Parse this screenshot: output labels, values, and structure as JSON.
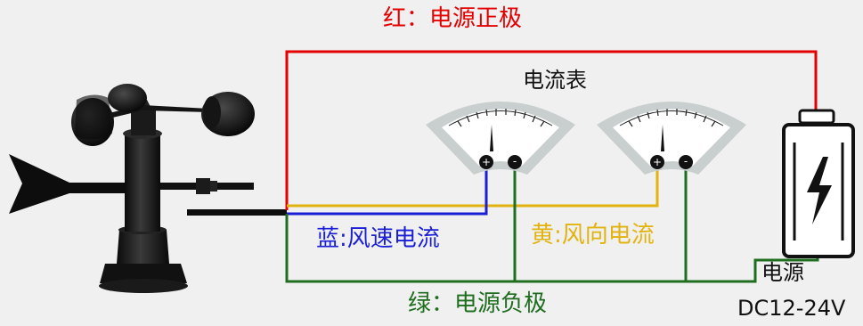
{
  "labels": {
    "red_wire": "红：电源正极",
    "blue_wire": "蓝:风速电流",
    "yellow_wire": "黄:风向电流",
    "green_wire": "绿：电源负极",
    "meter": "电流表",
    "power_supply": "电源",
    "power_voltage": "DC12-24V"
  },
  "meter_terminals": {
    "plus": "+",
    "minus": "-"
  },
  "colors": {
    "red": "#e30000",
    "blue": "#1a1fd6",
    "yellow": "#e2b30e",
    "green": "#1f6e1f",
    "black": "#111111",
    "meter_body": "#c9cfcf"
  },
  "icons": [
    "anemometer-icon",
    "ammeter-icon",
    "battery-icon",
    "lightning-bolt-icon"
  ]
}
